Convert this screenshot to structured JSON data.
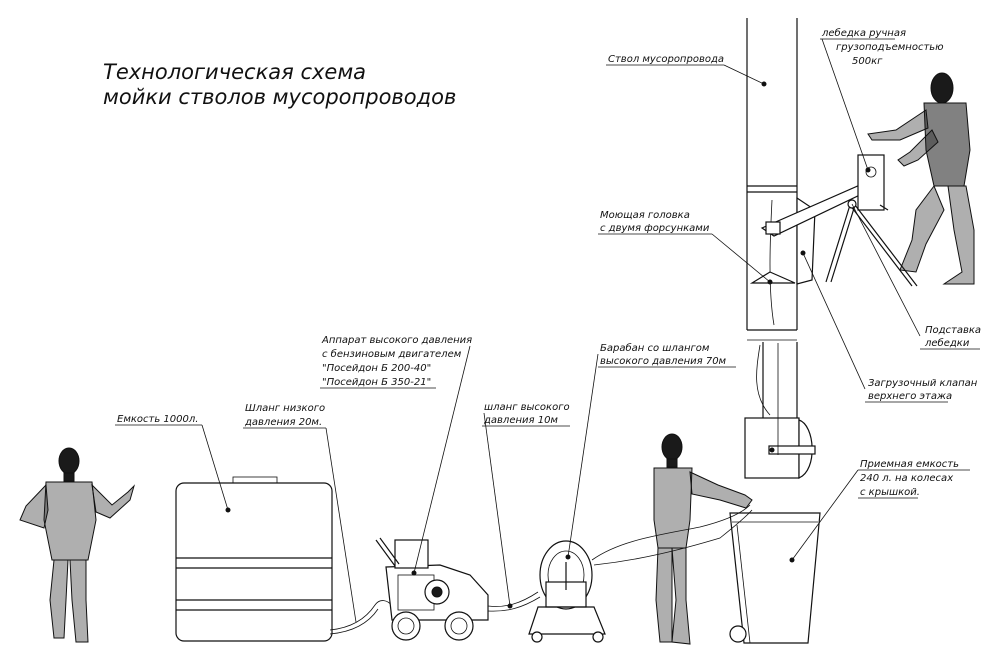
{
  "title": {
    "line1": "Технологическая схема",
    "line2": "мойки стволов мусоропроводов"
  },
  "labels": {
    "shaft": "Ствол мусоропровода",
    "winch_1": "лебедка ручная",
    "winch_2": "грузоподъемностью",
    "winch_3": "500кг",
    "head_1": "Моющая головка",
    "head_2": "с двумя форсунками",
    "stand_1": "Подставка",
    "stand_2": "лебедки",
    "valve_1": "Загрузочный клапан",
    "valve_2": "верхнего этажа",
    "apparatus_1": "Аппарат высокого давления",
    "apparatus_2": "с бензиновым двигателем",
    "apparatus_3": "\"Посейдон Б 200-40\"",
    "apparatus_4": "\"Посейдон Б 350-21\"",
    "drum_1": "Барабан со шлангом",
    "drum_2": "высокого давления 70м",
    "tank_1": "Емкость 1000л.",
    "lowhose_1": "Шланг низкого",
    "lowhose_2": "давления 20м.",
    "hphose_1": "шланг высокого",
    "hphose_2": "давления 10м",
    "bin_1": "Приемная емкость",
    "bin_2": "240 л. на колесах",
    "bin_3": "с крышкой."
  }
}
